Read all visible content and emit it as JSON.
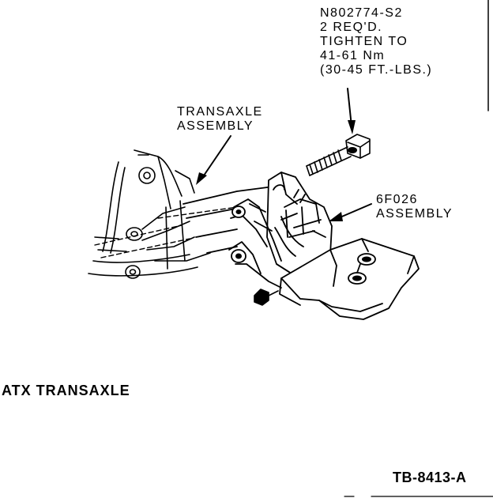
{
  "callouts": {
    "bolt": {
      "line1": "N802774-S2",
      "line2": "2 REQ'D.",
      "line3": "TIGHTEN TO",
      "line4": "41-61 Nm",
      "line5": "(30-45 FT.-LBS.)"
    },
    "transaxle": {
      "line1": "TRANSAXLE",
      "line2": "ASSEMBLY"
    },
    "mount": {
      "line1": "6F026",
      "line2": "ASSEMBLY"
    }
  },
  "caption": "ATX TRANSAXLE",
  "figure_id": "TB-8413-A",
  "colors": {
    "ink": "#000000",
    "paper": "#ffffff"
  }
}
